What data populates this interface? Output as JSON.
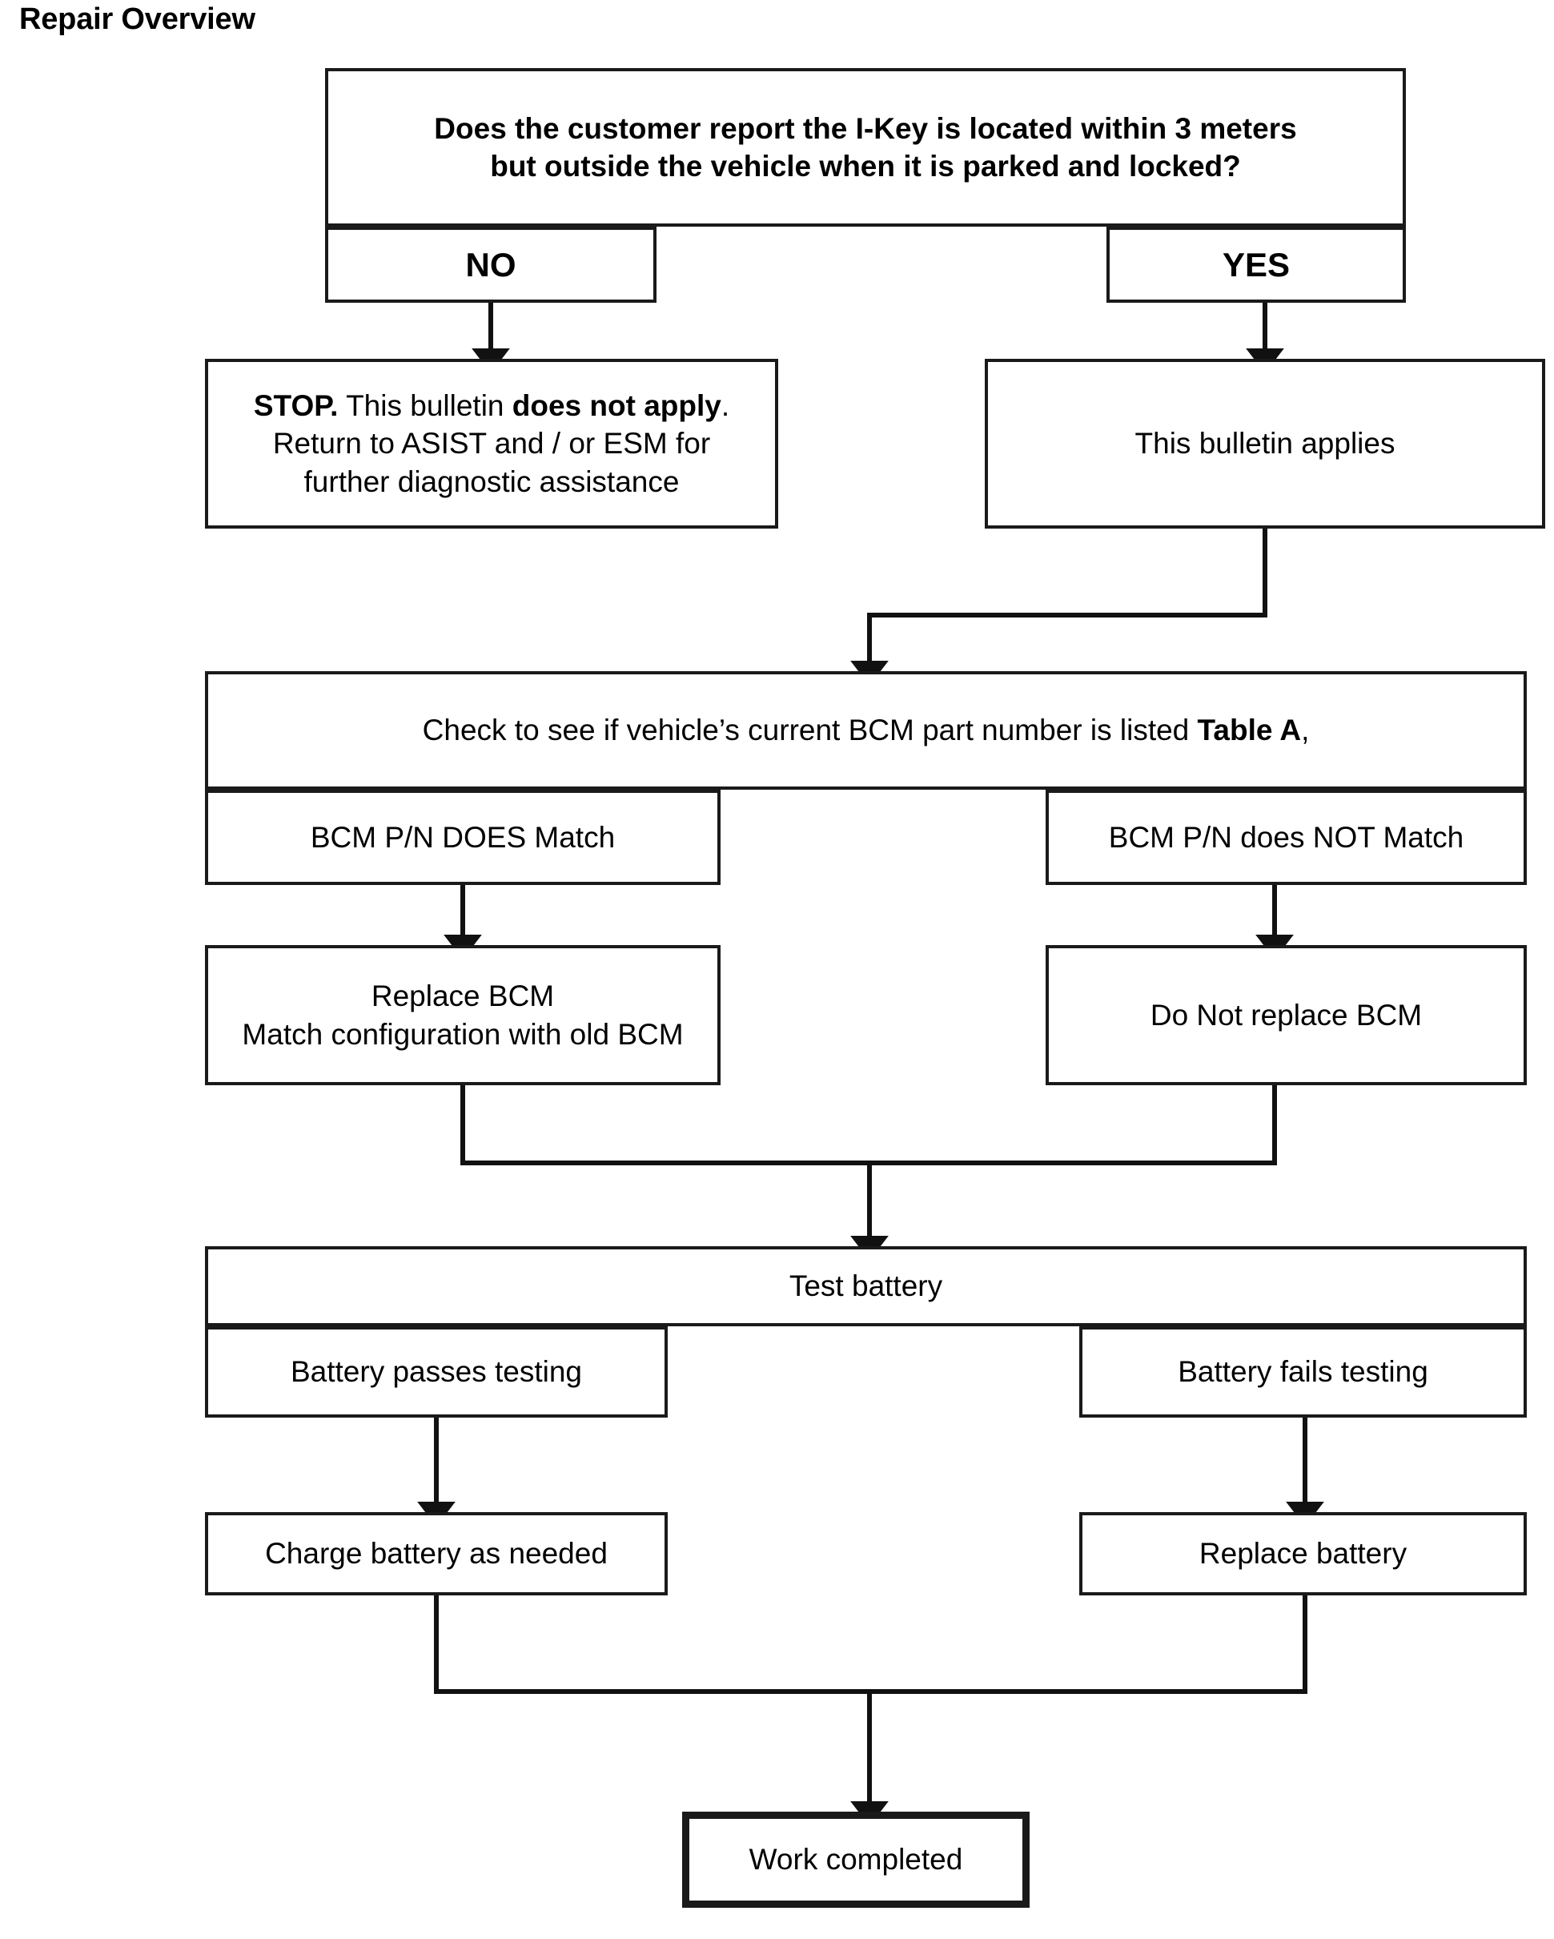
{
  "document": {
    "title": "Repair Overview"
  },
  "colors": {
    "stroke": "#1a1a1a",
    "background": "#ffffff",
    "text": "#000000"
  },
  "flowchart": {
    "type": "flowchart",
    "orientation": "top-down",
    "nodes": {
      "question": {
        "id": "question",
        "line1": "Does the customer report the I-Key is located within 3 meters",
        "line2": "but outside the vehicle when it is parked and locked?",
        "style": "bold"
      },
      "branch_no": {
        "id": "branch-no",
        "label": "NO",
        "style": "bold"
      },
      "branch_yes": {
        "id": "branch-yes",
        "label": "YES",
        "style": "bold"
      },
      "stop": {
        "id": "stop",
        "line1_strong": "STOP.",
        "line1_reg": " This bulletin ",
        "line1_strong2": "does not apply",
        "line1_reg2": ".",
        "line2": "Return to ASIST and / or ESM for",
        "line3": "further diagnostic assistance"
      },
      "applies": {
        "id": "applies",
        "label": "This bulletin applies"
      },
      "check_bcm": {
        "id": "check-bcm",
        "text_reg": "Check to see if vehicle’s current BCM part number is listed ",
        "text_strong": "Table A",
        "trailing": ","
      },
      "bcm_match": {
        "id": "bcm-does-match",
        "label": "BCM P/N DOES Match"
      },
      "bcm_no_match": {
        "id": "bcm-does-not-match",
        "label": "BCM P/N does NOT Match"
      },
      "replace_bcm": {
        "id": "replace-bcm",
        "line1": "Replace BCM",
        "line2": "Match configuration with old BCM"
      },
      "do_not_replace_bcm": {
        "id": "do-not-replace-bcm",
        "label": "Do Not replace BCM"
      },
      "test_battery": {
        "id": "test-battery",
        "label": "Test battery"
      },
      "battery_pass": {
        "id": "battery-passes",
        "label": "Battery passes testing"
      },
      "battery_fail": {
        "id": "battery-fails",
        "label": "Battery fails testing"
      },
      "charge_battery": {
        "id": "charge-battery",
        "label": "Charge battery as needed"
      },
      "replace_battery": {
        "id": "replace-battery",
        "label": "Replace battery"
      },
      "work_completed": {
        "id": "work-completed",
        "label": "Work completed"
      }
    },
    "edges": [
      {
        "from": "branch_no",
        "to": "stop",
        "kind": "straight-arrow"
      },
      {
        "from": "branch_yes",
        "to": "applies",
        "kind": "straight-arrow"
      },
      {
        "from": "applies",
        "to": "check_bcm",
        "kind": "elbow-arrow"
      },
      {
        "from": "bcm_match",
        "to": "replace_bcm",
        "kind": "straight-arrow"
      },
      {
        "from": "bcm_no_match",
        "to": "do_not_replace_bcm",
        "kind": "straight-arrow"
      },
      {
        "from": "replace_bcm",
        "to": "test_battery",
        "kind": "merge-arrow"
      },
      {
        "from": "do_not_replace_bcm",
        "to": "test_battery",
        "kind": "merge-arrow"
      },
      {
        "from": "battery_pass",
        "to": "charge_battery",
        "kind": "straight-arrow"
      },
      {
        "from": "battery_fail",
        "to": "replace_battery",
        "kind": "straight-arrow"
      },
      {
        "from": "charge_battery",
        "to": "work_completed",
        "kind": "merge-arrow"
      },
      {
        "from": "replace_battery",
        "to": "work_completed",
        "kind": "merge-arrow"
      }
    ]
  }
}
